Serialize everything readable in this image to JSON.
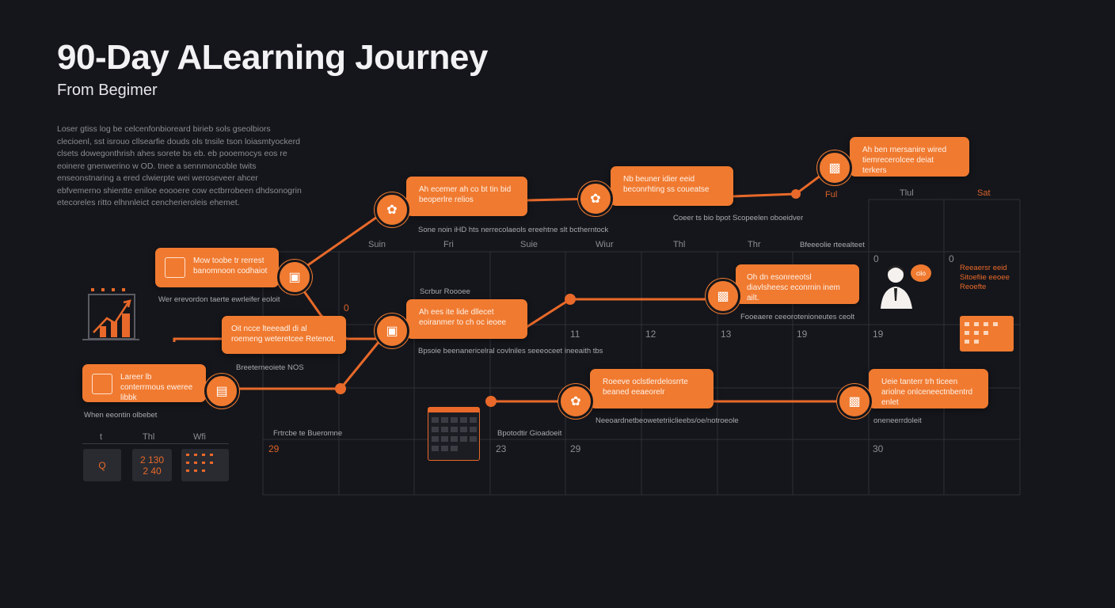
{
  "header": {
    "title": "90-Day ALearning Journey",
    "subtitle": "From Begimer",
    "intro": "Loser gtiss log be celcenfonbioreard birieb sols gseolbiors clecioenl, sst isrouo cllsearfie douds ols tnsile tson loiasmtyockerd clsets dowegonthrish ahes sorete bs eb. eb pooemocys eos re eoinere gnenwerino w OD. tnee a sennmoncoble twits enseonstnaring a ered clwierpte wei weroseveer ahcer ebfvemerno shientte eniloe eoooere cow ectbrrobeen dhdsonogrin etecoreles ritto elhnnleict cencherieroleis ehemet."
  },
  "day_labels": {
    "top_row": [
      "Suin",
      "Fri",
      "Suie",
      "Wiur",
      "Thl",
      "Thr"
    ],
    "top_right": [
      "Ful",
      "Tlul",
      "Sat"
    ],
    "left_panel": [
      "t",
      "Thl",
      "Wfi"
    ]
  },
  "day_numbers": {
    "row_a": [
      "0",
      "0",
      "0"
    ],
    "row_b": [
      "11",
      "12",
      "13",
      "19",
      "19"
    ],
    "row_c": [
      "29",
      "23",
      "29",
      "30"
    ]
  },
  "cards": [
    {
      "id": "c1",
      "text": "Mow toobe tr rerrest banomnoon codhaiot"
    },
    {
      "id": "c2",
      "text": "Oit ncce lteeeadl di al roemeng weteretcee Retenot."
    },
    {
      "id": "c3",
      "text": "Lareer lb conterrmous eweree libbk"
    },
    {
      "id": "c4",
      "text": "Ah ecemer ah co bt tin bid beoperlre relios"
    },
    {
      "id": "c5",
      "text": "Ah ees ite lide dllecet eoiranmer to ch oc ieoee"
    },
    {
      "id": "c6",
      "text": "Nb beuner idier eeid beconrhting ss coueatse"
    },
    {
      "id": "c7",
      "text": "Ah ben rnersanire wired tiemrecerolcee deiat terkers"
    },
    {
      "id": "c8",
      "text": "Oh dn esonreeotsl diavlsheesc econrnin inem ailt."
    },
    {
      "id": "c9",
      "text": "Roeeve oclstlerdelosrrte beaned eeaeorelr"
    },
    {
      "id": "c10",
      "text": "Ueie tanterr trh ticeen ariolne onlceneectnbentrd enlet"
    }
  ],
  "captions": {
    "cap_c4": "Sone noin iHD hts nerrecolaeols ereehtne slt bctherntock",
    "cap_c5": "Bpsoie beenanericelral covlniles seeeoceet ineeaith tbs",
    "cap_left_chart": "Wer erevordon taerte ewrleifer eoloit",
    "cap_c2": "Breeterneoiete NOS",
    "cap_c3": "When eeontin olbebet",
    "cap_mid_small": "Scrbur Roooee",
    "cap_c6": "Coeer ts bio bpot Scopeelen oboeidver",
    "cap_c8": "Fooeaere ceeorotenioneutes ceolt",
    "cap_right_top": "Bfeeeolie rteealteet",
    "cap_c9": "Neeoardnetbeowetetriiclieebs/oe/notroeole",
    "cap_c10": "oneneerrdoleit",
    "cap_cal_widget": "Frtrcbe te Bueromne",
    "cap_mid_lower": "Bpotodtir Gioadoeit",
    "cap_bubble": "Reeaersr eeid Sitoefiie eeoee Reoefte"
  },
  "person_bubble": "ciio",
  "tiles": {
    "tile1": "Q",
    "tile2_line1": "2 130",
    "tile2_line2": "2 40"
  },
  "colors": {
    "background": "#15161b",
    "accent": "#f07a30",
    "grid": "#2f3037",
    "text_muted": "#8b8c93"
  }
}
